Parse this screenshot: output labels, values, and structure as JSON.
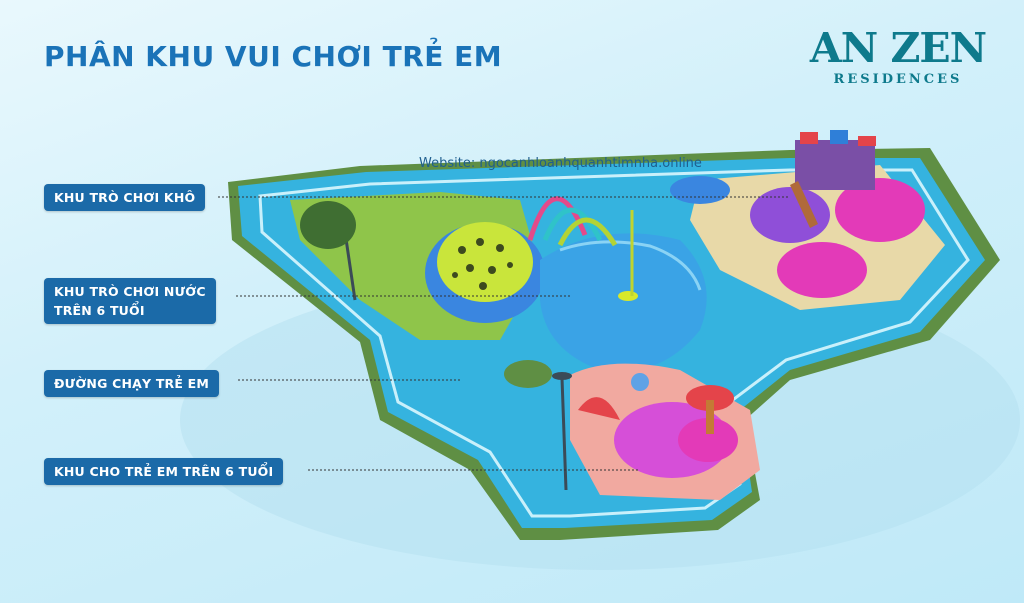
{
  "header": {
    "title": "PHÂN KHU VUI CHƠI TRẺ EM"
  },
  "logo": {
    "main": "AN ZEN",
    "sub": "RESIDENCES"
  },
  "website": "Website: ngocanhloanhquanhtimnha.online",
  "zones": [
    {
      "label_line1": "KHU TRÒ CHƠI KHÔ"
    },
    {
      "label_line1": "KHU TRÒ CHƠI NƯỚC",
      "label_line2": "TRÊN 6 TUỔI"
    },
    {
      "label_line1": "ĐƯỜNG CHẠY TRẺ EM"
    },
    {
      "label_line1": "KHU CHO TRẺ EM TRÊN 6 TUỔI"
    }
  ],
  "colors": {
    "title": "#1a73b8",
    "logo": "#0e7a8c",
    "label_bg": "#1b6aa8",
    "track": "#37b9e0",
    "grass": "#8fc54a",
    "water": "#3aa3e6",
    "magenta": "#e33ab8",
    "purple": "#8f4fd8",
    "sand": "#e8d9a8",
    "peach": "#f1a9a0"
  }
}
